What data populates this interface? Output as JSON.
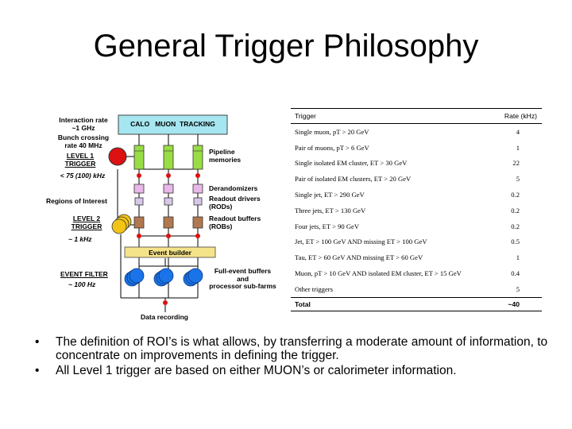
{
  "title": "General Trigger Philosophy",
  "diagram": {
    "top_box": "CALO   MUON  TRACKING",
    "labels": {
      "interaction_rate": "Interaction rate\n~1 GHz",
      "bunch_crossing": "Bunch crossing\nrate 40 MHz",
      "level1": "LEVEL 1\nTRIGGER",
      "level1_rate": "< 75 (100) kHz",
      "regions": "Regions of Interest",
      "level2": "LEVEL 2\nTRIGGER",
      "level2_rate": "~ 1 kHz",
      "event_filter": "EVENT FILTER",
      "event_filter_rate": "~ 100 Hz",
      "pipeline": "Pipeline\nmemories",
      "derandomizers": "Derandomizers",
      "readout_drivers": "Readout drivers\n(RODs)",
      "readout_buffers": "Readout buffers\n(ROBs)",
      "event_builder": "Event builder",
      "full_event": "Full-event buffers\nand\nprocessor sub-farms",
      "data_recording": "Data recording"
    },
    "colors": {
      "top_box": "#a6e6f0",
      "pipeline": "#99dd44",
      "derandomizer": "#e8b8e8",
      "rob": "#b07850",
      "event_builder": "#f5e38a",
      "farm": "#1a73e8",
      "red": "#dd1111",
      "yellow": "#f2c418"
    }
  },
  "table": {
    "headers": [
      "Trigger",
      "Rate (kHz)"
    ],
    "rows": [
      {
        "trigger": "Single muon, pT > 20 GeV",
        "rate": "4"
      },
      {
        "trigger": "Pair of muons, pT > 6 GeV",
        "rate": "1"
      },
      {
        "trigger": "Single isolated EM cluster, ET > 30 GeV",
        "rate": "22"
      },
      {
        "trigger": "Pair of isolated EM clusters, ET > 20 GeV",
        "rate": "5"
      },
      {
        "trigger": "Single jet, ET > 290 GeV",
        "rate": "0.2"
      },
      {
        "trigger": "Three jets, ET > 130 GeV",
        "rate": "0.2"
      },
      {
        "trigger": "Four jets, ET > 90 GeV",
        "rate": "0.2"
      },
      {
        "trigger": "Jet, ET > 100 GeV AND missing ET > 100 GeV",
        "rate": "0.5"
      },
      {
        "trigger": "Tau, ET > 60 GeV AND missing ET > 60 GeV",
        "rate": "1"
      },
      {
        "trigger": "Muon, pT > 10 GeV AND isolated EM cluster, ET > 15 GeV",
        "rate": "0.4"
      },
      {
        "trigger": "Other triggers",
        "rate": "5"
      }
    ],
    "total_label": "Total",
    "total_rate": "~40"
  },
  "bullets": [
    {
      "marker": "•",
      "text": "The definition of ROI’s is what allows, by transferring a moderate amount of information, to concentrate on improvements in defining the trigger."
    },
    {
      "marker": "•",
      "text": "All Level 1 trigger are based on either MUON’s or calorimeter information."
    }
  ]
}
